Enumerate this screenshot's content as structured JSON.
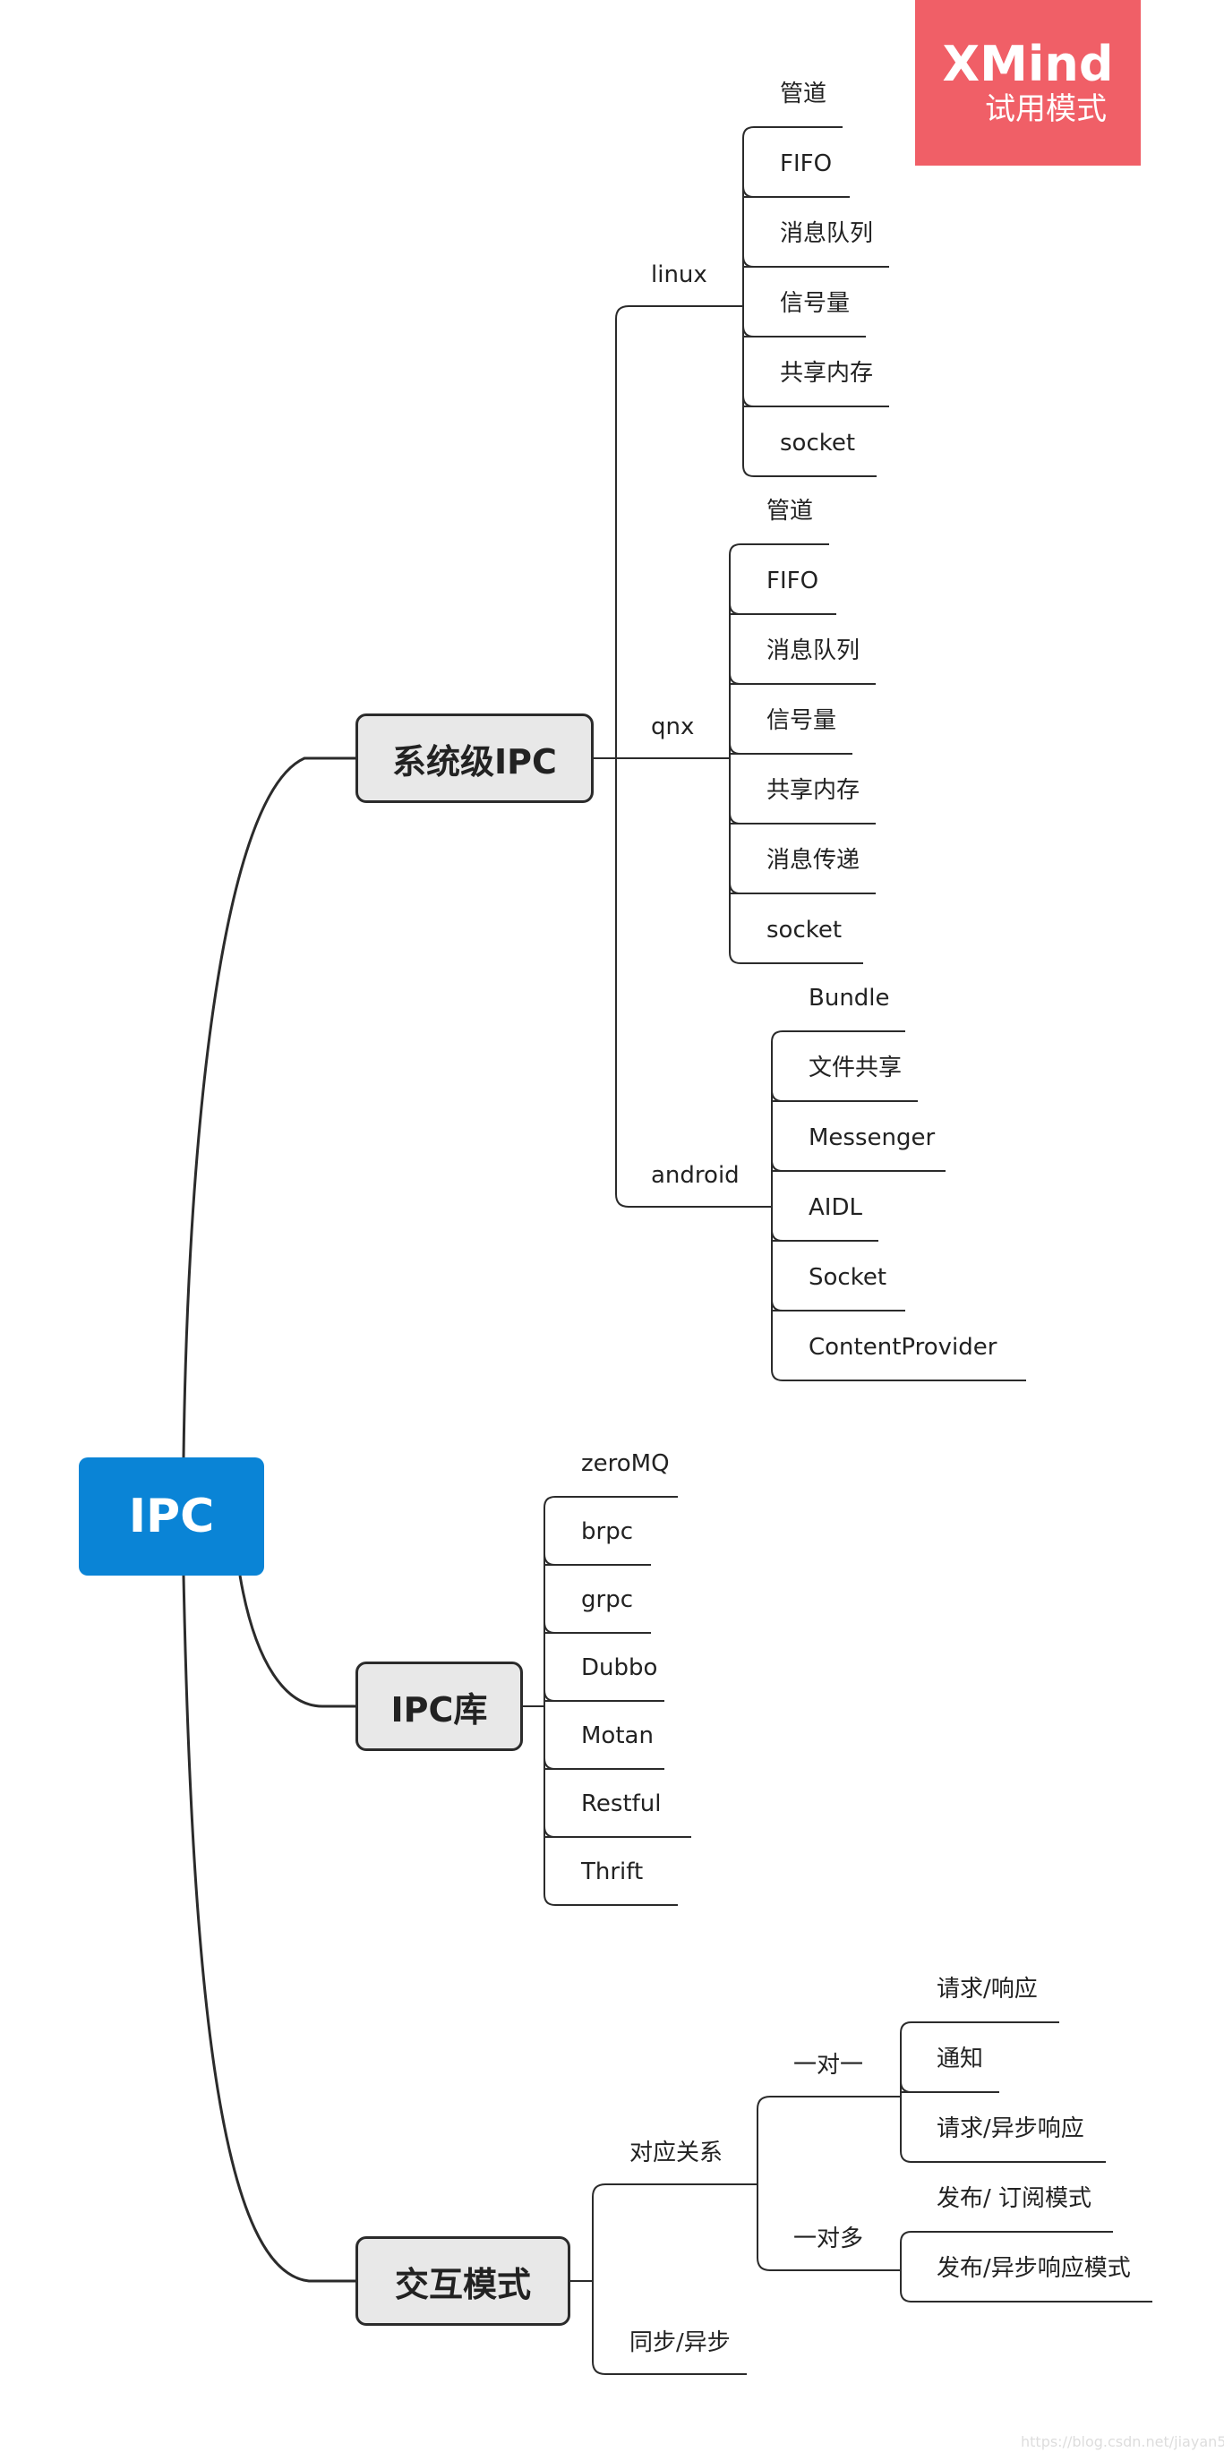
{
  "theme": {
    "root_color": "#0a84d6",
    "line_color": "#2b2b2b",
    "branch_fill": "#e8e8e8",
    "watermark_color": "#f05f67"
  },
  "watermark": {
    "brand": "XMind",
    "mode": "试用模式"
  },
  "credit": "https://blog.csdn.net/jiayan503",
  "mindmap": {
    "root": "IPC",
    "branches": [
      {
        "label": "系统级IPC",
        "children": [
          {
            "label": "linux",
            "children": [
              "管道",
              "FIFO",
              "消息队列",
              "信号量",
              "共享内存",
              "socket"
            ]
          },
          {
            "label": "qnx",
            "children": [
              "管道",
              "FIFO",
              "消息队列",
              "信号量",
              "共享内存",
              "消息传递",
              "socket"
            ]
          },
          {
            "label": "android",
            "children": [
              "Bundle",
              "文件共享",
              "Messenger",
              "AIDL",
              "Socket",
              "ContentProvider"
            ]
          }
        ]
      },
      {
        "label": "IPC库",
        "children": [
          "zeroMQ",
          "brpc",
          "grpc",
          "Dubbo",
          "Motan",
          "Restful",
          "Thrift"
        ]
      },
      {
        "label": "交互模式",
        "children": [
          {
            "label": "对应关系",
            "children": [
              {
                "label": "一对一",
                "children": [
                  "请求/响应",
                  "通知",
                  "请求/异步响应"
                ]
              },
              {
                "label": "一对多",
                "children": [
                  "发布/ 订阅模式",
                  "发布/异步响应模式"
                ]
              }
            ]
          },
          {
            "label": "同步/异步"
          }
        ]
      }
    ]
  }
}
